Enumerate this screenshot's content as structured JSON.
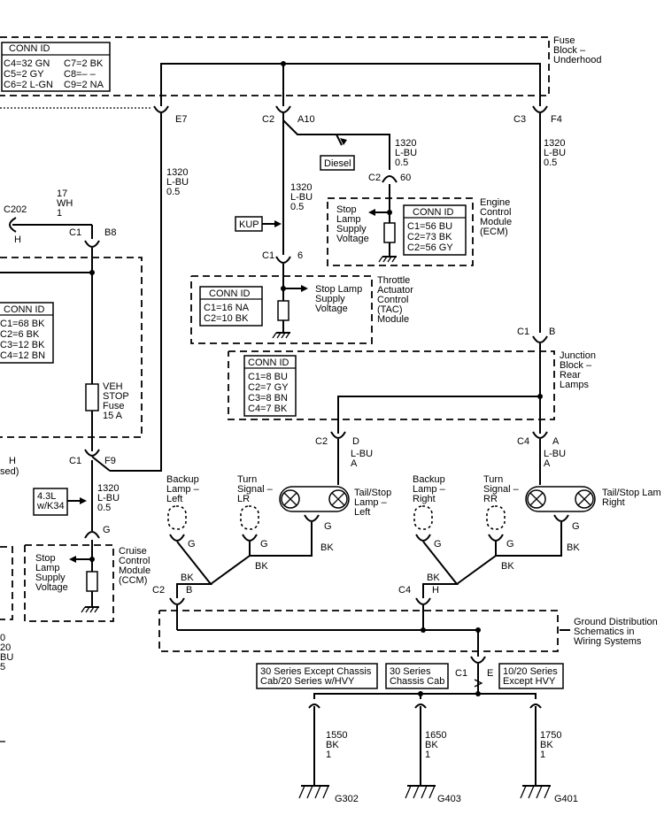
{
  "fuse_block": {
    "title": "Fuse\nBlock –\nUnderhood",
    "conn_id": {
      "header": "CONN ID",
      "rows": [
        "C4=32 GN",
        "C5=2 GY",
        "C6=2 L-GN"
      ],
      "rows2": [
        "C7=2 BK",
        "C8=– –",
        "C9=2 NA"
      ]
    },
    "pins": [
      {
        "conn": "",
        "pin": "E7"
      },
      {
        "conn": "C2",
        "pin": "A10"
      },
      {
        "conn": "C3",
        "pin": "F4"
      }
    ]
  },
  "wires": {
    "e7": [
      "1320",
      "L-BU",
      "0.5"
    ],
    "a10": [
      "1320",
      "L-BU",
      "0.5"
    ],
    "f4": [
      "1320",
      "L-BU",
      "0.5"
    ],
    "diesel_branch": [
      "1320",
      "L-BU",
      "0.5"
    ],
    "wh": [
      "17",
      "WH",
      "1"
    ],
    "ccm_feed": [
      "1320",
      "L-BU",
      "0.5"
    ],
    "jb_d": [
      "L-BU",
      "A"
    ],
    "jb_a": [
      "L-BU",
      "A"
    ],
    "g302": [
      "1550",
      "BK",
      "1"
    ],
    "g403": [
      "1650",
      "BK",
      "1"
    ],
    "g401": [
      "1750",
      "BK",
      "1"
    ],
    "partial_left": [
      "0",
      "20",
      "BU",
      "5"
    ]
  },
  "tags": {
    "diesel": "Diesel",
    "kup": "KUP",
    "option_43l": "4.3L\nw/K34"
  },
  "ecm": {
    "title": "Engine\nControl\nModule\n(ECM)",
    "connector": {
      "conn": "C2",
      "pin": "60"
    },
    "label": "Stop\nLamp\nSupply\nVoltage",
    "conn_id": {
      "header": "CONN ID",
      "rows": [
        "C1=56 BU",
        "C2=73 BK",
        "C2=56 GY"
      ]
    }
  },
  "tac": {
    "title": "Throttle\nActuator\nControl\n(TAC)\nModule",
    "connector": {
      "conn": "C1",
      "pin": "6"
    },
    "label": "Stop Lamp\nSupply\nVoltage",
    "conn_id": {
      "header": "CONN ID",
      "rows": [
        "C1=16 NA",
        "C2=10 BK"
      ]
    }
  },
  "bcm_left": {
    "c202": "C202",
    "h": "H",
    "c1_b8": {
      "conn": "C1",
      "pin": "B8"
    },
    "conn_id": {
      "header": "CONN ID",
      "rows": [
        "C1=68 BK",
        "C2=6 BK",
        "C3=12 BK",
        "C4=12 BN"
      ]
    },
    "fuse": "VEH\nSTOP\nFuse\n15 A",
    "c1_f9": {
      "conn": "C1",
      "pin": "F9"
    },
    "h2": "H",
    "used": "sed)"
  },
  "ccm": {
    "title": "Cruise\nControl\nModule\n(CCM)",
    "pin": "G",
    "label": "Stop\nLamp\nSupply\nVoltage"
  },
  "junction_block": {
    "title": "Junction\nBlock –\nRear\nLamps",
    "top_connector": {
      "conn": "C1",
      "pin": "B"
    },
    "conn_id": {
      "header": "CONN ID",
      "rows": [
        "C1=8 BU",
        "C2=7 GY",
        "C3=8 BN",
        "C4=7 BK"
      ]
    },
    "out_left": {
      "conn": "C2",
      "pin": "D"
    },
    "out_right": {
      "conn": "C4",
      "pin": "A"
    }
  },
  "lamps": {
    "backup_left": "Backup\nLamp –\nLeft",
    "turn_lr": "Turn\nSignal –\nLR",
    "tail_left": "Tail/Stop\nLamp –\nLeft",
    "backup_right": "Backup\nLamp –\nRight",
    "turn_rr": "Turn\nSignal –\nRR",
    "tail_right": "Tail/Stop Lam\nRight",
    "g": "G",
    "bk": "BK"
  },
  "ground": {
    "title": "Ground Distribution\nSchematics in\nWiring Systems",
    "c2_b": {
      "conn": "C2",
      "pin": "B"
    },
    "c4_h": {
      "conn": "C4",
      "pin": "H"
    },
    "c1_e": {
      "conn": "C1",
      "pin": "E"
    },
    "options": [
      "30 Series Except Chassis\nCab/20 Series w/HVY",
      "30 Series\nChassis Cab",
      "10/20 Series\nExcept HVY"
    ],
    "grounds": [
      "G302",
      "G403",
      "G401"
    ]
  }
}
